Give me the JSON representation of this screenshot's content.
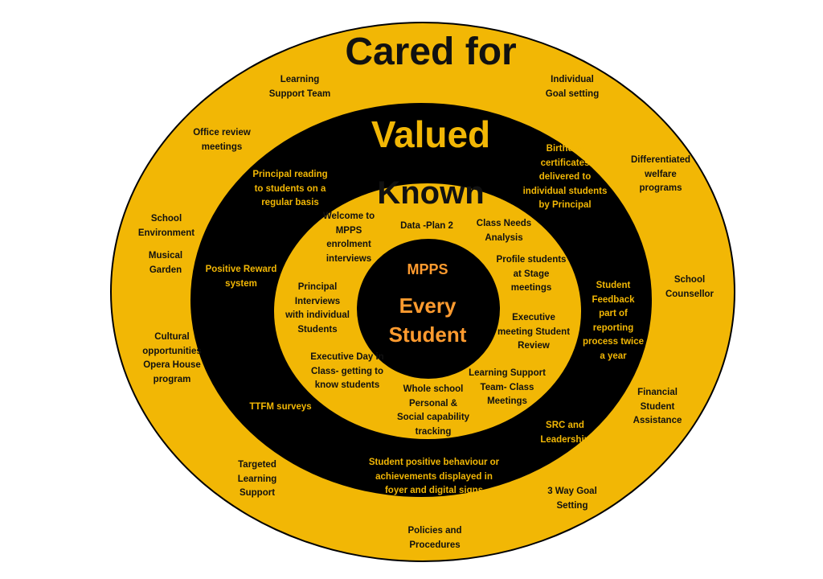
{
  "colors": {
    "yellow": "#f2b705",
    "black": "#000000",
    "center_text": "#ff9b2f"
  },
  "rings": {
    "cared": "Cared for",
    "valued": "Valued",
    "known": "Known"
  },
  "center": {
    "top_label": "MPPS",
    "main_label": "Every\nStudent"
  },
  "outer_items": [
    {
      "id": "learning-support-team",
      "text": "Learning\nSupport Team"
    },
    {
      "id": "individual-goal-setting",
      "text": "Individual\nGoal setting"
    },
    {
      "id": "office-review-meetings",
      "text": "Office review\nmeetings"
    },
    {
      "id": "differentiated-welfare",
      "text": "Differentiated\nwelfare\nprograms"
    },
    {
      "id": "school-environment",
      "text": "School\nEnvironment"
    },
    {
      "id": "musical-garden",
      "text": "Musical\nGarden"
    },
    {
      "id": "school-counsellor",
      "text": "School\nCounsellor"
    },
    {
      "id": "cultural-opportunities",
      "text": "Cultural\nopportunities\nOpera House\nprogram"
    },
    {
      "id": "financial-assistance",
      "text": "Financial\nStudent\nAssistance"
    },
    {
      "id": "targeted-learning-support",
      "text": "Targeted\nLearning\nSupport"
    },
    {
      "id": "three-way-goal-setting",
      "text": "3 Way Goal\nSetting"
    },
    {
      "id": "policies-procedures",
      "text": "Policies and\nProcedures"
    }
  ],
  "middle_items": [
    {
      "id": "birthday-certificates",
      "text": "Birthday\ncertificates\ndelivered to\nindividual students\nby Principal"
    },
    {
      "id": "principal-reading",
      "text": "Principal reading\nto students on a\nregular basis"
    },
    {
      "id": "positive-reward",
      "text": "Positive Reward\nsystem"
    },
    {
      "id": "student-feedback",
      "text": "Student\nFeedback\npart of\nreporting\nprocess twice\na year"
    },
    {
      "id": "ttfm-surveys",
      "text": "TTFM surveys"
    },
    {
      "id": "src-leadership",
      "text": "SRC and\nLeadership"
    },
    {
      "id": "positive-behaviour",
      "text": "Student positive behaviour or\nachievements displayed in\nfoyer and digital signs"
    }
  ],
  "inner_items": [
    {
      "id": "welcome-interviews",
      "text": "Welcome to\nMPPS\nenrolment\ninterviews"
    },
    {
      "id": "data-plan-2",
      "text": "Data -Plan 2"
    },
    {
      "id": "class-needs-analysis",
      "text": "Class Needs\nAnalysis"
    },
    {
      "id": "profile-students",
      "text": "Profile students\nat Stage\nmeetings"
    },
    {
      "id": "principal-interviews",
      "text": "Principal\nInterviews\nwith individual\nStudents"
    },
    {
      "id": "executive-meeting",
      "text": "Executive\nmeeting Student\nReview"
    },
    {
      "id": "executive-day",
      "text": "Executive Day in\nClass- getting to\nknow students"
    },
    {
      "id": "learning-support-class",
      "text": "Learning Support\nTeam- Class\nMeetings"
    },
    {
      "id": "capability-tracking",
      "text": "Whole school\nPersonal &\nSocial capability\ntracking"
    }
  ]
}
